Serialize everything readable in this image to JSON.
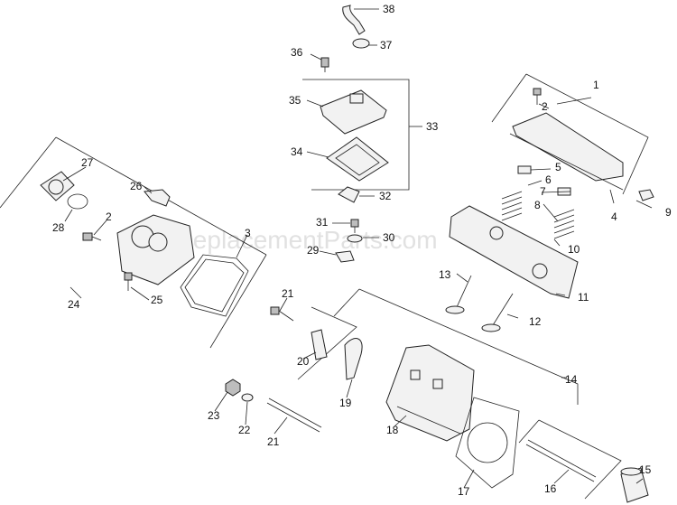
{
  "watermark": "eReplacementParts.com",
  "callouts": [
    {
      "id": "c1",
      "label": "1"
    },
    {
      "id": "c2a",
      "label": "2"
    },
    {
      "id": "c2b",
      "label": "2"
    },
    {
      "id": "c3a",
      "label": "3"
    },
    {
      "id": "c3b",
      "label": "3"
    },
    {
      "id": "c4",
      "label": "4"
    },
    {
      "id": "c5",
      "label": "5"
    },
    {
      "id": "c6",
      "label": "6"
    },
    {
      "id": "c7",
      "label": "7"
    },
    {
      "id": "c8",
      "label": "8"
    },
    {
      "id": "c9",
      "label": "9"
    },
    {
      "id": "c10",
      "label": "10"
    },
    {
      "id": "c11",
      "label": "11"
    },
    {
      "id": "c12",
      "label": "12"
    },
    {
      "id": "c13",
      "label": "13"
    },
    {
      "id": "c14",
      "label": "14"
    },
    {
      "id": "c15",
      "label": "15"
    },
    {
      "id": "c16",
      "label": "16"
    },
    {
      "id": "c17",
      "label": "17"
    },
    {
      "id": "c18",
      "label": "18"
    },
    {
      "id": "c19",
      "label": "19"
    },
    {
      "id": "c20",
      "label": "20"
    },
    {
      "id": "c21",
      "label": "21"
    },
    {
      "id": "c22",
      "label": "22"
    },
    {
      "id": "c23",
      "label": "23"
    },
    {
      "id": "c24",
      "label": "24"
    },
    {
      "id": "c25",
      "label": "25"
    },
    {
      "id": "c26",
      "label": "26"
    },
    {
      "id": "c27",
      "label": "27"
    },
    {
      "id": "c28",
      "label": "28"
    },
    {
      "id": "c29",
      "label": "29"
    },
    {
      "id": "c30",
      "label": "30"
    },
    {
      "id": "c31",
      "label": "31"
    },
    {
      "id": "c32",
      "label": "32"
    },
    {
      "id": "c33",
      "label": "33"
    },
    {
      "id": "c34",
      "label": "34"
    },
    {
      "id": "c35",
      "label": "35"
    },
    {
      "id": "c36",
      "label": "36"
    },
    {
      "id": "c37",
      "label": "37"
    },
    {
      "id": "c38",
      "label": "38"
    }
  ]
}
